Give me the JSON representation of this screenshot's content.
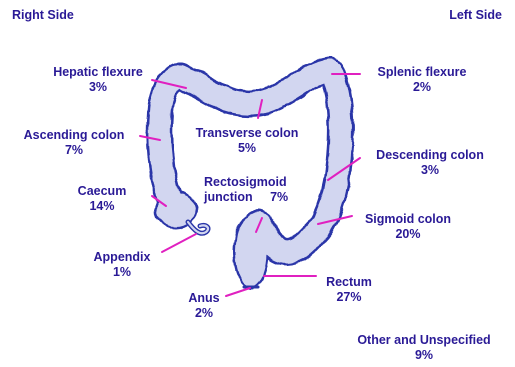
{
  "header": {
    "right_side": "Right Side",
    "left_side": "Left Side"
  },
  "segments": {
    "hepatic_flexure": {
      "name": "Hepatic flexure",
      "percent": "3%"
    },
    "splenic_flexure": {
      "name": "Splenic flexure",
      "percent": "2%"
    },
    "ascending_colon": {
      "name": "Ascending colon",
      "percent": "7%"
    },
    "transverse_colon": {
      "name": "Transverse colon",
      "percent": "5%"
    },
    "descending_colon": {
      "name": "Descending colon",
      "percent": "3%"
    },
    "caecum": {
      "name": "Caecum",
      "percent": "14%"
    },
    "rectosigmoid": {
      "name_line1": "Rectosigmoid",
      "name_line2": "junction",
      "percent": "7%"
    },
    "sigmoid_colon": {
      "name": "Sigmoid colon",
      "percent": "20%"
    },
    "appendix": {
      "name": "Appendix",
      "percent": "1%"
    },
    "rectum": {
      "name": "Rectum",
      "percent": "27%"
    },
    "anus": {
      "name": "Anus",
      "percent": "2%"
    },
    "other": {
      "name": "Other and Unspecified",
      "percent": "9%"
    }
  },
  "colors": {
    "label_text": "#2a1a96",
    "colon_fill": "#d2d6f0",
    "colon_outline": "#2a36a8",
    "leader_line": "#e020c0"
  }
}
